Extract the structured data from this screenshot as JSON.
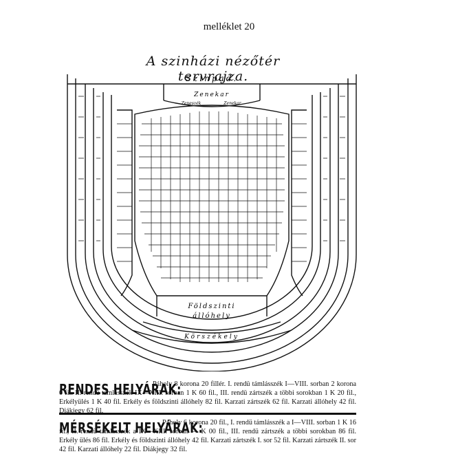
{
  "header": {
    "label": "melléklet 20"
  },
  "plan": {
    "title": "A szinházi nézőtér tervrajza.",
    "stage_label": "Szinpad.",
    "orchestra_label": "Zenekar",
    "orchestra_sub": [
      "Zeneszék",
      "Zenekar"
    ],
    "standing_label_1": "Földszinti",
    "standing_label_2": "állóhely",
    "balcony_label": "Körszékely"
  },
  "prices_regular": {
    "heading": "RENDES HELYÁRAK:",
    "text": "Páholy 8 korona 20 fillér. I. rendü támlásszék I—VIII. sorban 2 korona 0 fil. II. rendü támlásszék IX—XIII. sorban 1 K 60 fil., III. rendü zártszék a többi sorokban 1 K 20 fil., Erkélyülés 1 K 40 fil. Erkély és földszinti állóhely 82 fil. Karzati zártszék 62 fil. Karzati állóhely 42 fil. Diákjegy 62 fil."
  },
  "prices_reduced": {
    "heading": "MÉRSÉKELT HELYÁRAK:",
    "text": "Páholy 6 korona 20 fil., I. rendü támlásszék a I—VIII. sorban 1 K 16 fil., II. rendü támlásszék a IX—XIII. sorban — K 00 fil., III. rendü zártszék a többi sorokban 86 fil. Erkély ülés 86 fil. Erkély és földszinti állóhely 42 fil. Karzati zártszék I. sor 52 fil. Karzati zártszék II. sor 42 fil. Karzati állóhely 22 fil. Diákjegy 32 fil."
  }
}
